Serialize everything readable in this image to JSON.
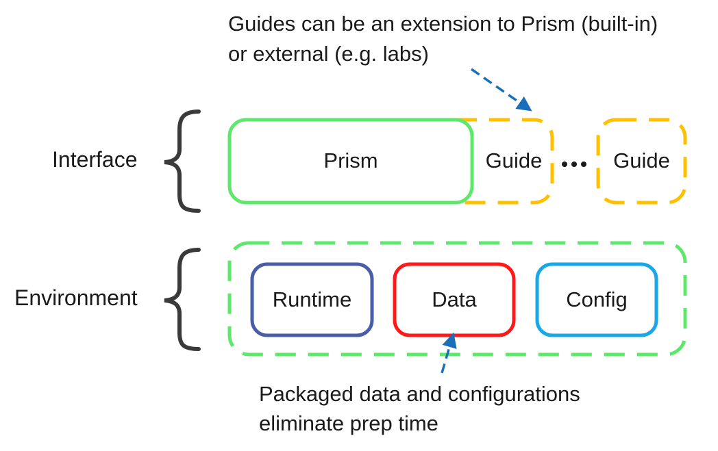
{
  "annotations": {
    "top_line1": "Guides can be an extension to Prism (built-in)",
    "top_line2": "or external (e.g. labs)",
    "bottom_line1": "Packaged data and configurations",
    "bottom_line2": "eliminate prep time"
  },
  "layers": {
    "interface": {
      "label": "Interface",
      "prism": "Prism",
      "guide_builtin": "Guide",
      "ellipsis": "•••",
      "guide_external": "Guide"
    },
    "environment": {
      "label": "Environment",
      "runtime": "Runtime",
      "data": "Data",
      "config": "Config"
    }
  },
  "colors": {
    "prism_border": "#5ee86b",
    "guide_border": "#ffc000",
    "environment_border": "#5ee86b",
    "runtime_border": "#4a5ea8",
    "data_border": "#ff1a1a",
    "config_border": "#1aa7e8",
    "brace": "#3a3a3a",
    "arrow": "#1a6fb8"
  }
}
